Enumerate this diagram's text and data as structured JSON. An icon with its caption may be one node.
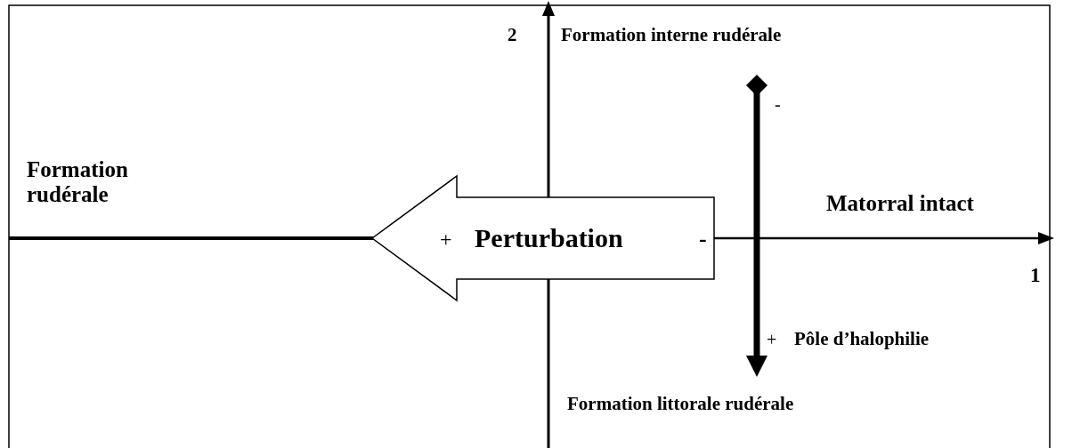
{
  "diagram": {
    "nodes": [
      {
        "text": [
          "+",
          "Perturbation",
          "-"
        ]
      }
    ],
    "labels": [
      "2",
      "Formation interne rudérale",
      "-",
      "Formation rudérale",
      "Matorral intact",
      "1",
      "+",
      "Pôle d’halophilie",
      "Formation littorale rudérale"
    ]
  }
}
